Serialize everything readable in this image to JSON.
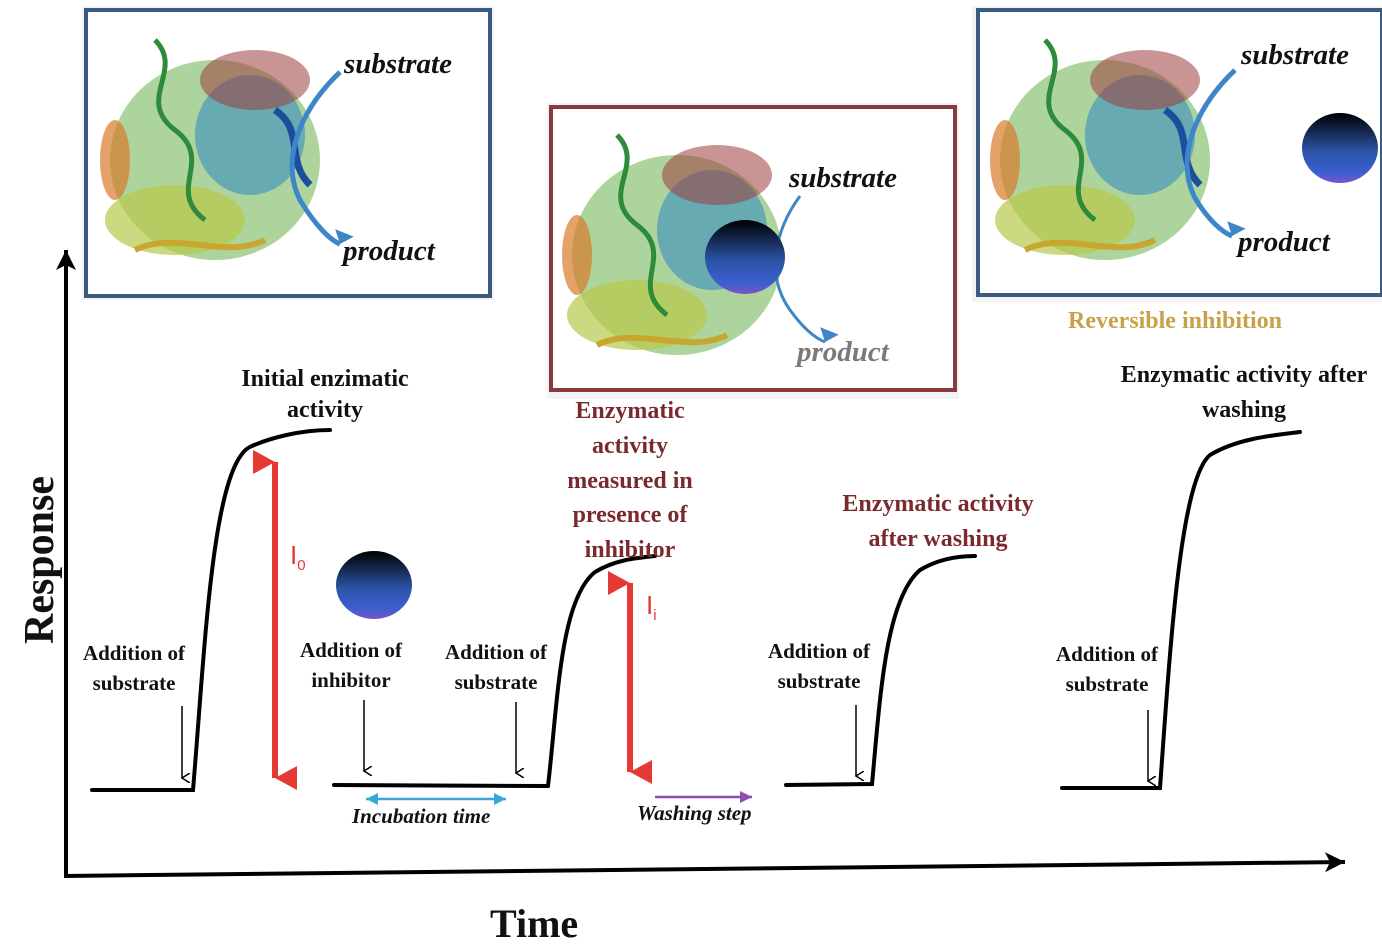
{
  "axes": {
    "x_label": "Time",
    "y_label": "Response"
  },
  "panels": [
    {
      "substrate": "substrate",
      "product": "product"
    },
    {
      "substrate": "substrate",
      "product": "product"
    },
    {
      "substrate": "substrate",
      "product": "product",
      "caption": "Reversible inhibition"
    }
  ],
  "labels": {
    "initial_activity": "Initial enzimatic activity",
    "activity_inhibitor": "Enzymatic activity measured in presence of inhibitor",
    "activity_washing_red": "Enzymatic activity after washing",
    "activity_washing_black": "Enzymatic activity after washing",
    "addition_substrate": "Addition of substrate",
    "addition_inhibitor": "Addition of inhibitor",
    "incubation_time": "Incubation time",
    "washing_step": "Washing step",
    "i0_main": "I",
    "i0_sub": "0",
    "ii_main": "I",
    "ii_sub": "i"
  },
  "colors": {
    "curve": "#000000",
    "red_arrow": "#e53a33",
    "incubation_arrow": "#3aa6d8",
    "washing_arrow": "#8a4fb0",
    "panel_border_blue": "#3a5a80",
    "panel_border_red": "#8a3a3a",
    "reversible_caption": "#c8a24a",
    "inhibitor_sphere": "#1f3a7a"
  }
}
